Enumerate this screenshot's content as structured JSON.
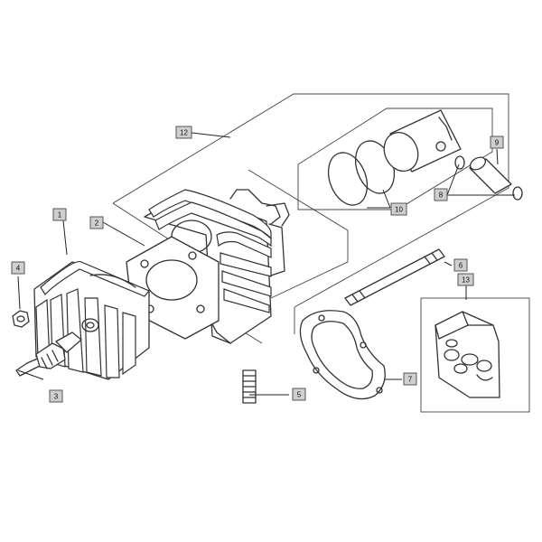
{
  "callouts": [
    {
      "id": "1",
      "text": "1"
    },
    {
      "id": "2",
      "text": "2"
    },
    {
      "id": "3",
      "text": "3"
    },
    {
      "id": "4",
      "text": "4"
    },
    {
      "id": "5",
      "text": "5"
    },
    {
      "id": "6",
      "text": "6"
    },
    {
      "id": "7",
      "text": "7"
    },
    {
      "id": "8",
      "text": "8"
    },
    {
      "id": "9",
      "text": "9"
    },
    {
      "id": "10",
      "text": "10"
    },
    {
      "id": "12",
      "text": "12"
    },
    {
      "id": "13",
      "text": "13"
    }
  ],
  "colors": {
    "line": "#333333",
    "label_fill": "#cfcfcf",
    "background": "#ffffff"
  }
}
